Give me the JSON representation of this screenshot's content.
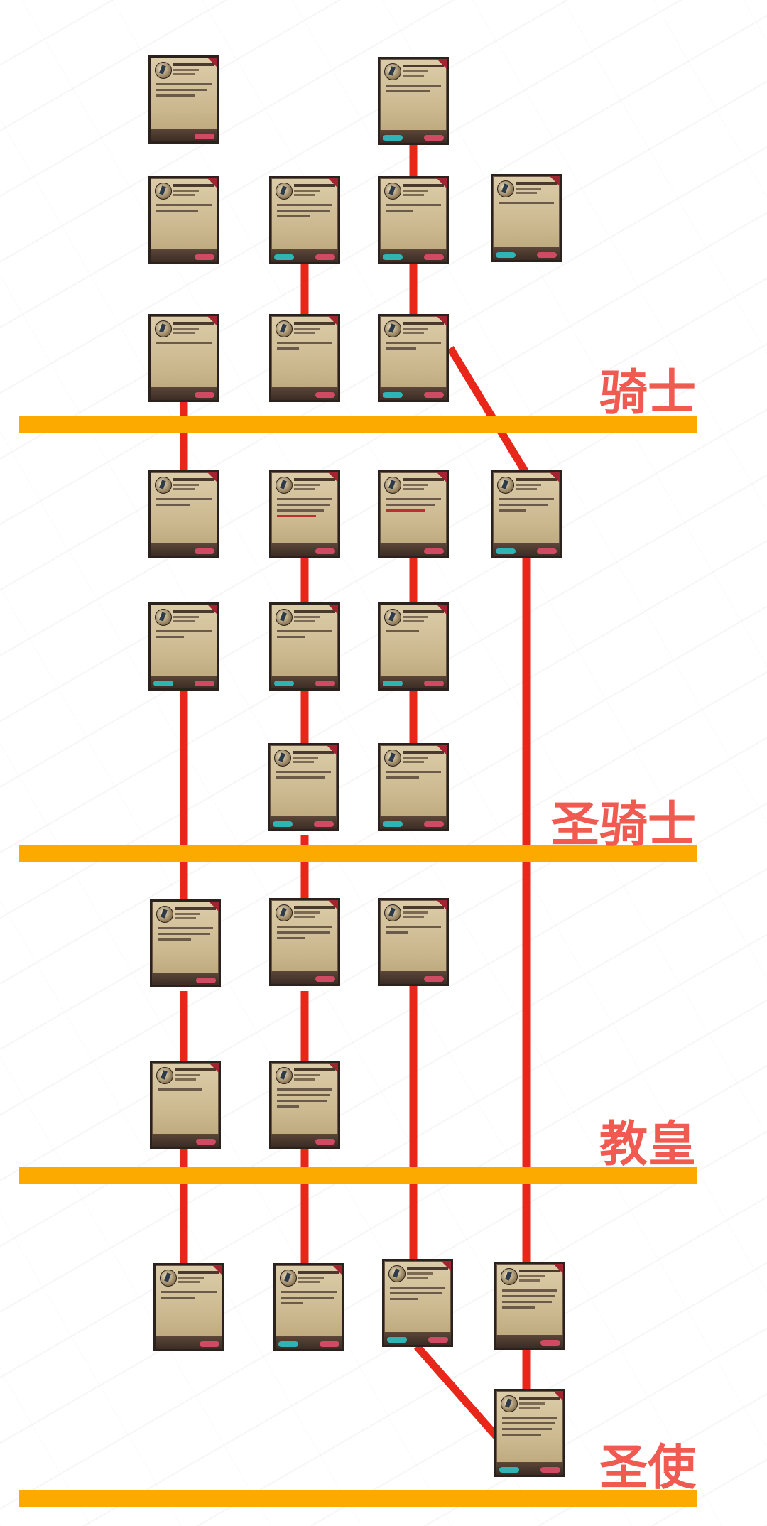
{
  "tiers": [
    {
      "key": "knight",
      "label": "骑士"
    },
    {
      "key": "holy_knight",
      "label": "圣骑士"
    },
    {
      "key": "pope",
      "label": "教皇"
    },
    {
      "key": "angel",
      "label": "圣使"
    }
  ],
  "colors": {
    "band": "#fcaa00",
    "tier_text": "#f05a50",
    "link": "#e8261a",
    "card_bg": "#cbb88f",
    "card_border": "#2b211d"
  },
  "card_icon": "skill-emblem-icon"
}
